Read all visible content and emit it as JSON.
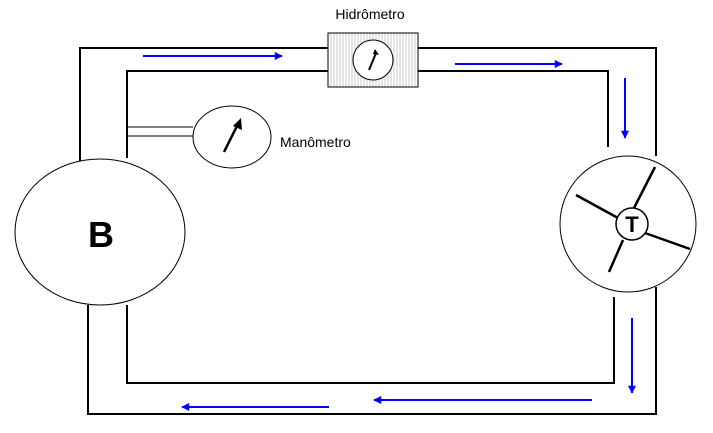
{
  "labels": {
    "hydrometer": "Hidrômetro",
    "manometer": "Manômetro",
    "pump": "B",
    "turbine": "T"
  },
  "colors": {
    "pipe": "#000000",
    "flow_arrow": "#0000ff",
    "hatch": "#d0d0d0"
  },
  "icons": {
    "hydrometer": "hydrometer-gauge-icon",
    "manometer": "manometer-gauge-icon",
    "flow": "arrow-icon"
  }
}
